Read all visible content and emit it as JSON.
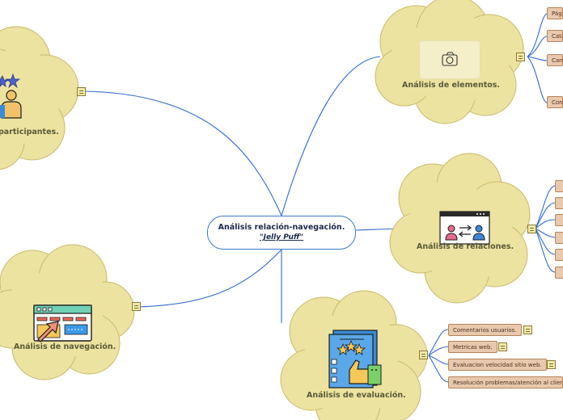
{
  "central": {
    "title": "Análisis relación-navegación.",
    "subtitle": "\"Jelly Puff\""
  },
  "topics": {
    "participantes": "participantes.",
    "elementos": "Análisis de elementos.",
    "relaciones": "Análisis de relaciones.",
    "navegacion": "Análisis de navegación.",
    "evaluacion": "Análisis de evaluación."
  },
  "elementos_leaves": [
    "Pági",
    "Cata",
    "Carri",
    "Cont"
  ],
  "evaluacion_leaves": [
    "Comentarios usuarios.",
    "Metricas web.",
    "Evaluacion velocidad sitio web.",
    "Resolución problemas/atención al clien"
  ],
  "colors": {
    "cloud_fill": "#ede3a0",
    "cloud_stroke": "#c8b96a",
    "line": "#2f6bd0",
    "leaf_fill": "#e9c9ad",
    "leaf_stroke": "#b4835a"
  },
  "icons": [
    "camera-icon",
    "participants-icon",
    "relations-icon",
    "navigation-icon",
    "evaluation-icon",
    "note-icon"
  ]
}
